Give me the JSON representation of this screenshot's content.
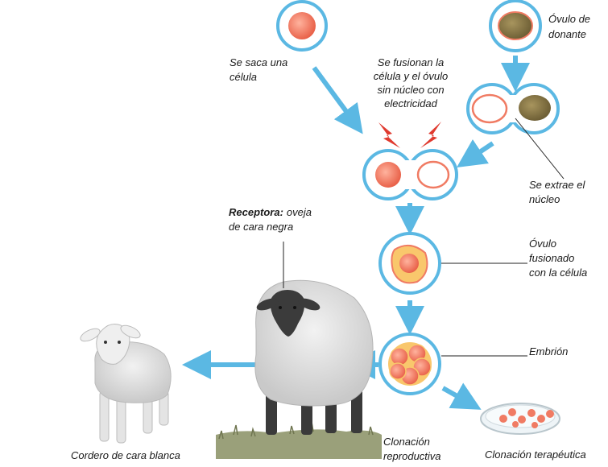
{
  "labels": {
    "take_cell": [
      "Se saca una",
      "célula"
    ],
    "donor_egg": [
      "Óvulo de",
      "donante"
    ],
    "fuse": [
      "Se fusionan la",
      "célula y el óvulo",
      "sin núcleo con",
      "electricidad"
    ],
    "extract_nucleus": [
      "Se extrae el",
      "núcleo"
    ],
    "recipient_bold": "Receptora:",
    "recipient_rest": "oveja",
    "recipient_line2": "de cara negra",
    "fused_egg": [
      "Óvulo",
      "fusionado",
      "con la célula"
    ],
    "embryo": "Embrión",
    "reproductive": [
      "Clonación",
      "reproductiva"
    ],
    "therapeutic": "Clonación terapéutica",
    "lamb": "Cordero de cara blanca"
  },
  "colors": {
    "cell_ring": "#5bb8e3",
    "arrow": "#5bb8e3",
    "cell_fill": "#f07b63",
    "donor_fill": "#8b7a4a",
    "lightning": "#e03a2f"
  }
}
